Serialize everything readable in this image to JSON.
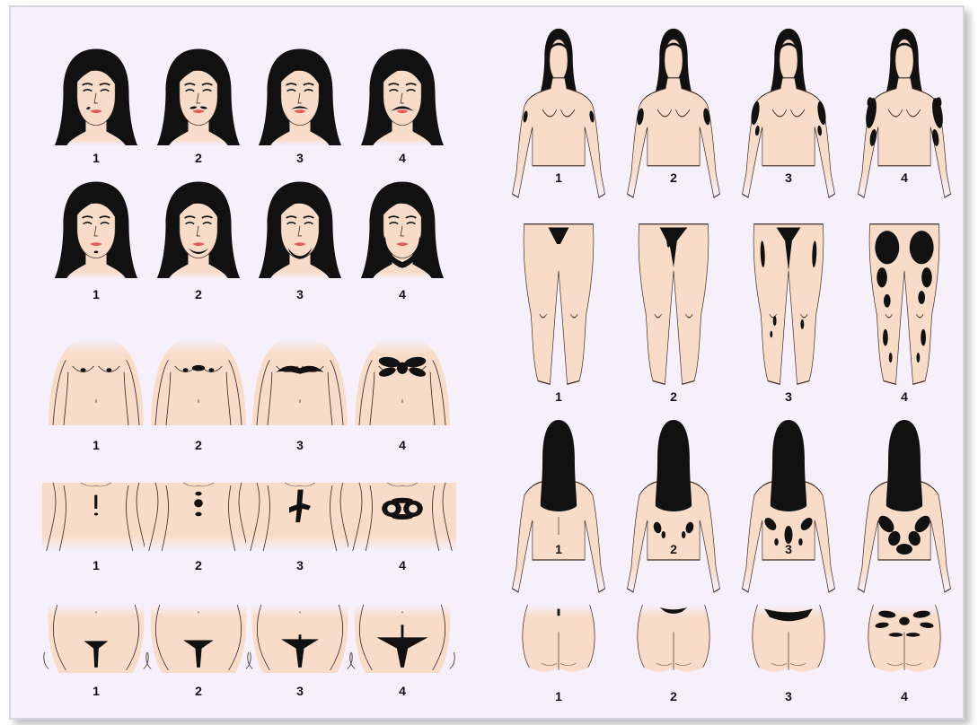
{
  "rows": [
    {
      "id": "face-upper-lip",
      "labels": [
        "1",
        "2",
        "3",
        "4"
      ],
      "kind": "face",
      "area": "upper-lip",
      "grades": [
        1,
        2,
        3,
        4
      ]
    },
    {
      "id": "face-chin",
      "labels": [
        "1",
        "2",
        "3",
        "4"
      ],
      "kind": "face",
      "area": "chin",
      "grades": [
        1,
        2,
        3,
        4
      ]
    },
    {
      "id": "chest",
      "labels": [
        "1",
        "2",
        "3",
        "4"
      ],
      "kind": "chest",
      "area": "chest",
      "grades": [
        1,
        2,
        3,
        4
      ]
    },
    {
      "id": "upper-abdomen",
      "labels": [
        "1",
        "2",
        "3",
        "4"
      ],
      "kind": "abdomen",
      "area": "upper-abdomen",
      "grades": [
        1,
        2,
        3,
        4
      ]
    },
    {
      "id": "lower-abdomen",
      "labels": [
        "1",
        "2",
        "3",
        "4"
      ],
      "kind": "pelvis",
      "area": "lower-abdomen",
      "grades": [
        1,
        2,
        3,
        4
      ]
    },
    {
      "id": "upper-arms",
      "labels": [
        "1",
        "2",
        "3",
        "4"
      ],
      "kind": "torso-front",
      "area": "upper-arms",
      "grades": [
        1,
        2,
        3,
        4
      ]
    },
    {
      "id": "thighs",
      "labels": [
        "1",
        "2",
        "3",
        "4"
      ],
      "kind": "legs",
      "area": "thighs",
      "grades": [
        1,
        2,
        3,
        4
      ]
    },
    {
      "id": "upper-back",
      "labels": [
        "1",
        "2",
        "3",
        "4"
      ],
      "kind": "back",
      "area": "upper-back",
      "grades": [
        1,
        2,
        3,
        4
      ]
    },
    {
      "id": "lower-back",
      "labels": [
        "1",
        "2",
        "3",
        "4"
      ],
      "kind": "buttocks",
      "area": "lower-back",
      "grades": [
        1,
        2,
        3,
        4
      ]
    }
  ],
  "colors": {
    "skin": "#f8dcc8",
    "skin_fade": "#f6f0fb",
    "outline": "#3a2a22",
    "hair": "#111111",
    "lip": "#e25a57",
    "frame_bg": "#f6f0fb"
  }
}
